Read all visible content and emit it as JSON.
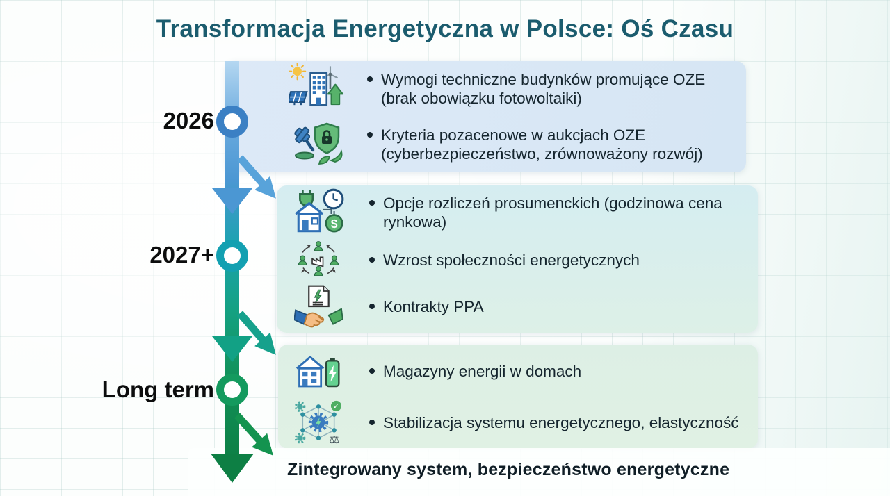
{
  "title": "Transformacja Energetyczna w Polsce: Oś Czasu",
  "milestones": [
    {
      "label": "2026",
      "ring_color": "#3b80c4",
      "items": [
        {
          "icon": "buildings-renewables-icon",
          "text": "Wymogi techniczne budynków promujące OZE (brak obowiązku fotowoltaiki)"
        },
        {
          "icon": "gavel-shield-icon",
          "text": "Kryteria pozacenowe w aukcjach OZE (cyberbezpieczeństwo, zrównoważony rozwój)"
        }
      ]
    },
    {
      "label": "2027+",
      "ring_color": "#13a0b1",
      "items": [
        {
          "icon": "prosumer-billing-icon",
          "text": "Opcje rozliczeń prosumenckich (godzinowa cena rynkowa)"
        },
        {
          "icon": "energy-community-icon",
          "text": "Wzrost społeczności energetycznych"
        },
        {
          "icon": "ppa-contract-icon",
          "text": "Kontrakty PPA"
        }
      ]
    },
    {
      "label": "Long term",
      "ring_color": "#149a5e",
      "items": [
        {
          "icon": "home-battery-icon",
          "text": "Magazyny energii w domach"
        },
        {
          "icon": "grid-stability-icon",
          "text": "Stabilizacja systemu energetycznego, elastyczność"
        }
      ]
    }
  ],
  "footer": {
    "text": "Zintegrowany system, bezpieczeństwo energetyczne"
  },
  "icons": {
    "dollar_glyph": "$",
    "check_glyph": "✓",
    "scales_glyph": "⚖"
  },
  "colors": {
    "title": "#1b5c6e",
    "axis_blue": "#4b97d3",
    "axis_teal": "#17a3ad",
    "axis_green": "#14a182",
    "axis_dark_green": "#0d8046",
    "panel_2026_bg": "#dbe9f6",
    "panel_2027_bg": "#d6edf0",
    "panel_long_bg": "#def0e4",
    "arrow_blue": "#58a3da",
    "arrow_teal": "#16a18c",
    "arrow_green": "#14934f"
  }
}
